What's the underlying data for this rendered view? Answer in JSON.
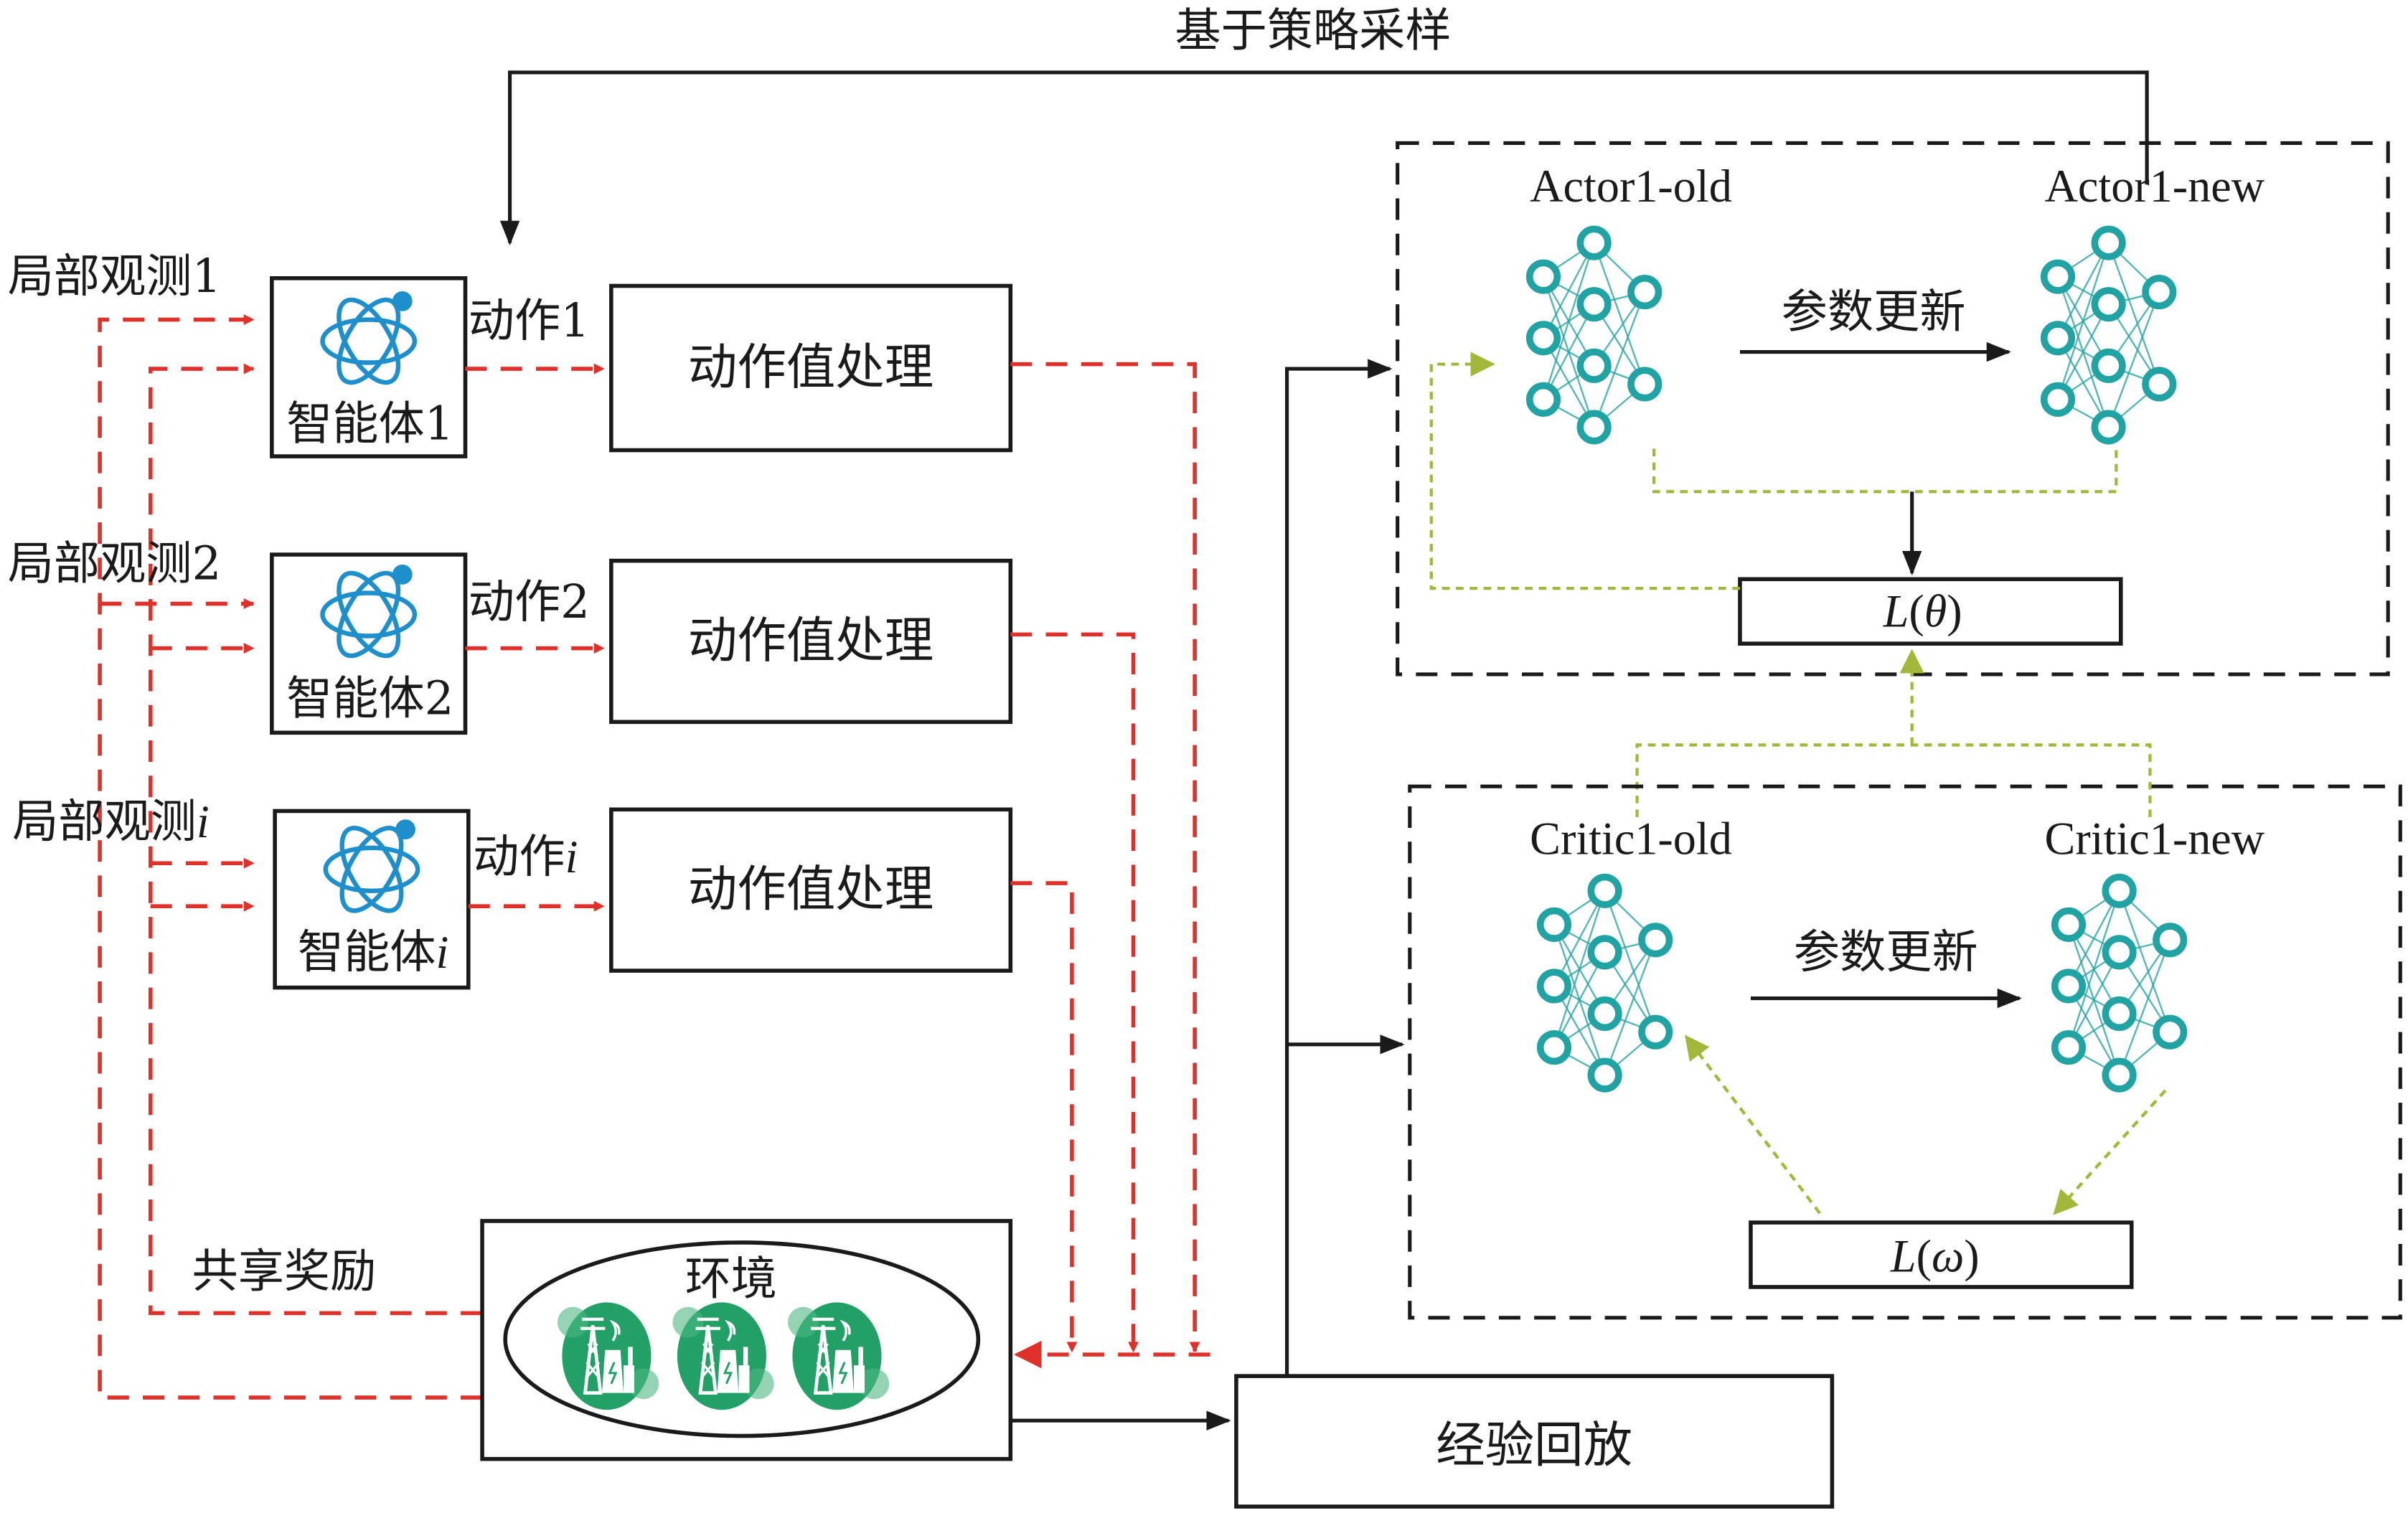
{
  "title_arrow_label": "基于策略采样",
  "colors": {
    "flow_red": "#e0302a",
    "loss_green": "#a3b83a",
    "network_teal": "#22a3a3",
    "agent_blue": "#1f8fcc",
    "env_green": "#22a066",
    "line_black": "#1a1a1a"
  },
  "agents": [
    {
      "observation": "局部观测1",
      "name": "智能体1",
      "action": "动作1",
      "processor": "动作值处理",
      "icon": "atom-agent-icon"
    },
    {
      "observation": "局部观测2",
      "name": "智能体2",
      "action": "动作2",
      "processor": "动作值处理",
      "icon": "atom-agent-icon"
    },
    {
      "observation": "局部观测",
      "observation_suffix": "i",
      "name": "智能体",
      "name_suffix": "i",
      "action": "动作",
      "action_suffix": "i",
      "processor": "动作值处理",
      "icon": "atom-agent-icon"
    }
  ],
  "environment": {
    "label": "环境",
    "shared_reward": "共享奖励",
    "icons": [
      "power-plant-icon",
      "power-plant-icon",
      "power-plant-icon"
    ]
  },
  "replay": {
    "label": "经验回放"
  },
  "actor": {
    "old_label": "Actor1-old",
    "new_label": "Actor1-new",
    "update_label": "参数更新",
    "loss_label": "L(θ)",
    "loss_fn": "L",
    "loss_arg": "θ"
  },
  "critic": {
    "old_label": "Critic1-old",
    "new_label": "Critic1-new",
    "update_label": "参数更新",
    "loss_label": "L(ω)",
    "loss_fn": "L",
    "loss_arg": "ω"
  }
}
